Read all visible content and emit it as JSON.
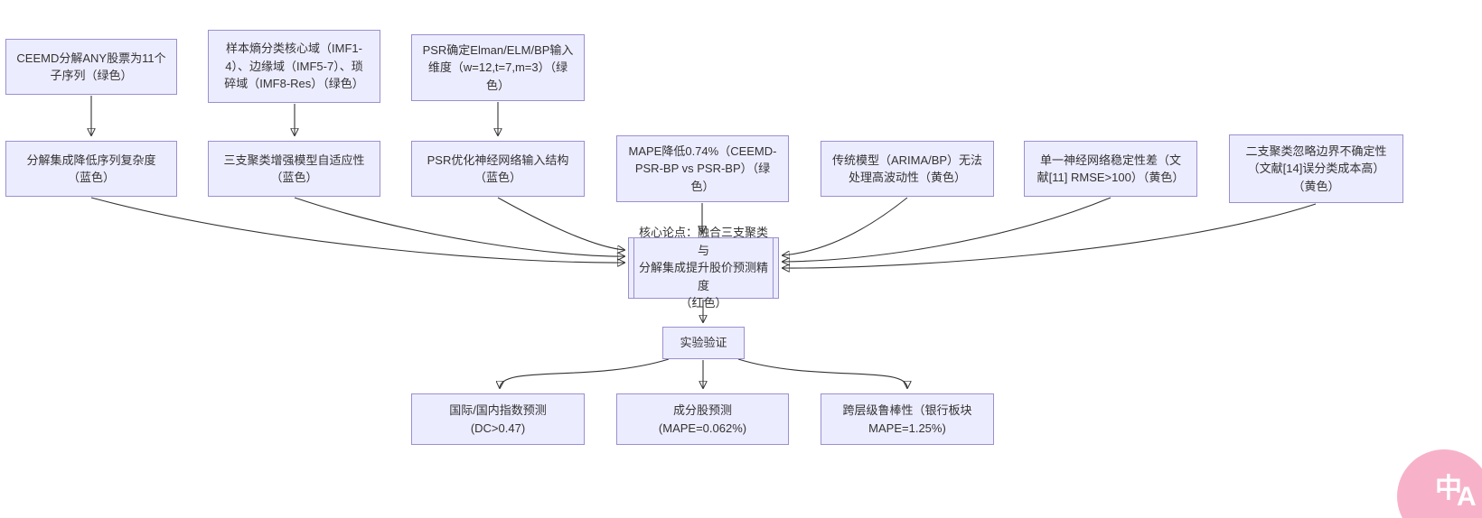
{
  "diagram": {
    "type": "flowchart",
    "nodes": {
      "ceemd_decompose": {
        "label": "CEEMD分解ANY股票为11个\n子序列（绿色）"
      },
      "sample_entropy": {
        "label": "样本熵分类核心域（IMF1-\n4）、边缘域（IMF5-7）、琐\n碎域（IMF8-Res）（绿色）"
      },
      "psr_dimension": {
        "label": "PSR确定Elman/ELM/BP输入\n维度（w=12,t=7,m=3）（绿\n色）"
      },
      "decompose_benefit": {
        "label": "分解集成降低序列复杂度\n（蓝色）"
      },
      "three_way_benefit": {
        "label": "三支聚类增强模型自适应性\n（蓝色）"
      },
      "psr_benefit": {
        "label": "PSR优化神经网络输入结构\n（蓝色）"
      },
      "mape_improvement": {
        "label": "MAPE降低0.74%（CEEMD-\nPSR-BP vs PSR-BP）（绿\n色）"
      },
      "traditional_limit": {
        "label": "传统模型（ARIMA/BP）无法\n处理高波动性（黄色）"
      },
      "single_nn_limit": {
        "label": "单一神经网络稳定性差（文\n献[11] RMSE>100）（黄色）"
      },
      "two_way_limit": {
        "label": "二支聚类忽略边界不确定性\n（文献[14]误分类成本高）\n（黄色）"
      },
      "core_thesis": {
        "label": "核心论点：融合三支聚类与\n分解集成提升股价预测精度\n（红色）"
      },
      "experiment": {
        "label": "实验验证"
      },
      "index_prediction": {
        "label": "国际/国内指数预测\n(DC>0.47)"
      },
      "constituent_prediction": {
        "label": "成分股预测\n(MAPE=0.062%)"
      },
      "robustness": {
        "label": "跨层级鲁棒性（银行板块\nMAPE=1.25%)"
      }
    },
    "colors": {
      "node_fill": "#ECECFF",
      "node_border": "#9a8fd0",
      "edge": "#333333",
      "text": "#333333"
    }
  },
  "translate_badge": {
    "zh": "中",
    "en": "A",
    "background": "#f7b2ca"
  }
}
